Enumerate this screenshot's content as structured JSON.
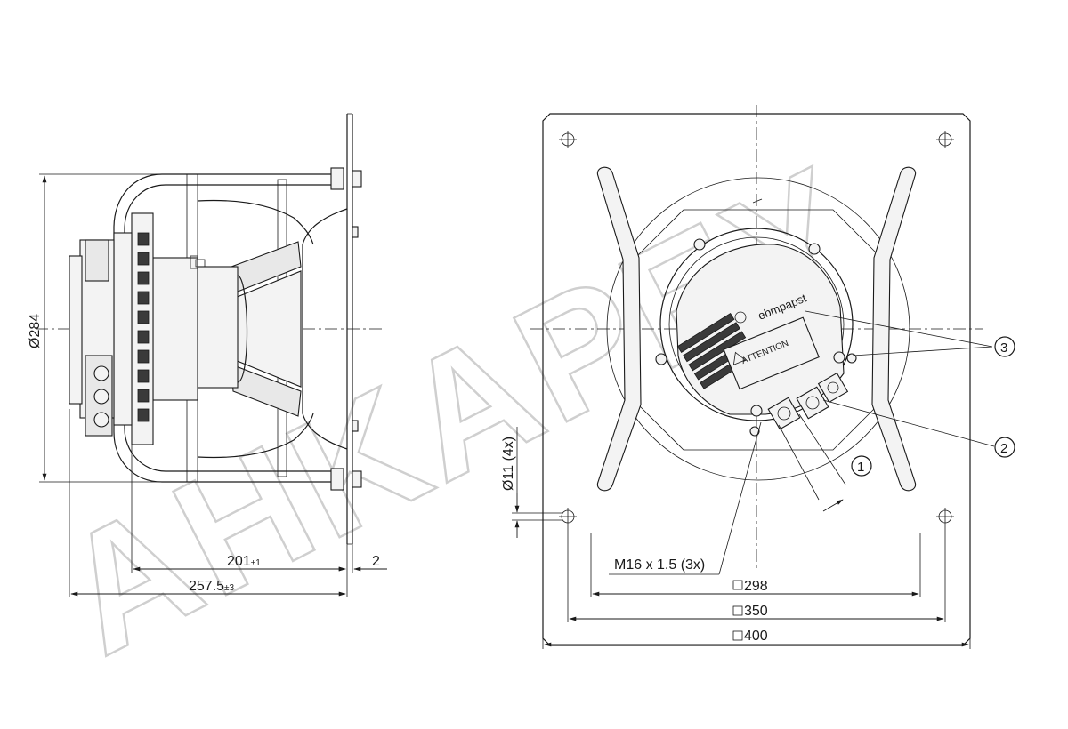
{
  "watermark": "AHKAPEY",
  "side_view": {
    "diameter_label": "Ø284",
    "length_inner_label": "201",
    "length_inner_tol": "±1",
    "length_total_label": "257.5",
    "length_total_tol": "±3",
    "plate_thickness_label": "2"
  },
  "front_view": {
    "brand_label": "ebmpapst",
    "hole_label": "Ø11 (4x)",
    "thread_label": "M16 x 1.5 (3x)",
    "dim_298": "298",
    "dim_350": "350",
    "dim_400": "400",
    "callout_1": "1",
    "callout_2": "2",
    "callout_3": "3",
    "warning_text": "ATTENTION"
  }
}
